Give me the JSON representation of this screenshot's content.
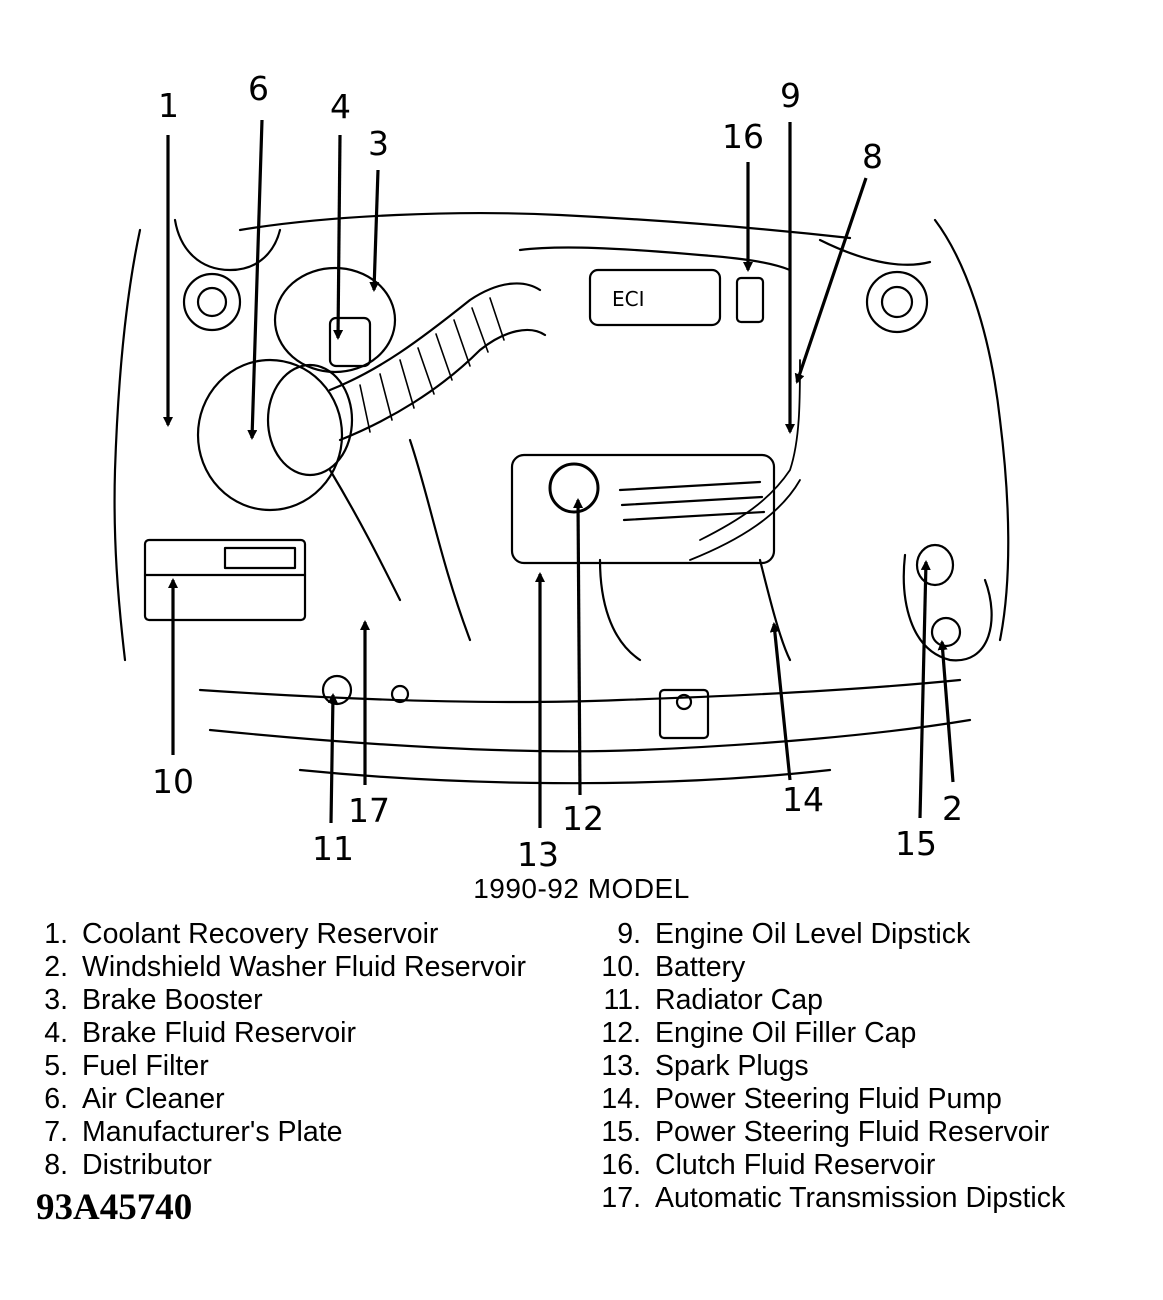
{
  "model_caption": "1990-92 MODEL",
  "callout_numbers": {
    "c1": "1",
    "c2": "2",
    "c3": "3",
    "c4": "4",
    "c6": "6",
    "c8": "8",
    "c9": "9",
    "c10": "10",
    "c11": "11",
    "c12": "12",
    "c13": "13",
    "c14": "14",
    "c15": "15",
    "c16": "16",
    "c17": "17"
  },
  "engine_label": "ECI",
  "legend": {
    "left": [
      {
        "num": "1.",
        "label": "Coolant Recovery Reservoir"
      },
      {
        "num": "2.",
        "label": "Windshield Washer Fluid Reservoir"
      },
      {
        "num": "3.",
        "label": "Brake Booster"
      },
      {
        "num": "4.",
        "label": "Brake Fluid Reservoir"
      },
      {
        "num": "5.",
        "label": "Fuel Filter"
      },
      {
        "num": "6.",
        "label": "Air Cleaner"
      },
      {
        "num": "7.",
        "label": "Manufacturer's Plate"
      },
      {
        "num": "8.",
        "label": "Distributor"
      }
    ],
    "right": [
      {
        "num": "9.",
        "label": "Engine Oil Level Dipstick"
      },
      {
        "num": "10.",
        "label": "Battery"
      },
      {
        "num": "11.",
        "label": "Radiator Cap"
      },
      {
        "num": "12.",
        "label": "Engine Oil Filler Cap"
      },
      {
        "num": "13.",
        "label": "Spark Plugs"
      },
      {
        "num": "14.",
        "label": "Power Steering Fluid Pump"
      },
      {
        "num": "15.",
        "label": "Power Steering Fluid Reservoir"
      },
      {
        "num": "16.",
        "label": "Clutch Fluid Reservoir"
      },
      {
        "num": "17.",
        "label": "Automatic Transmission Dipstick"
      }
    ]
  },
  "figure_id": "93A45740"
}
